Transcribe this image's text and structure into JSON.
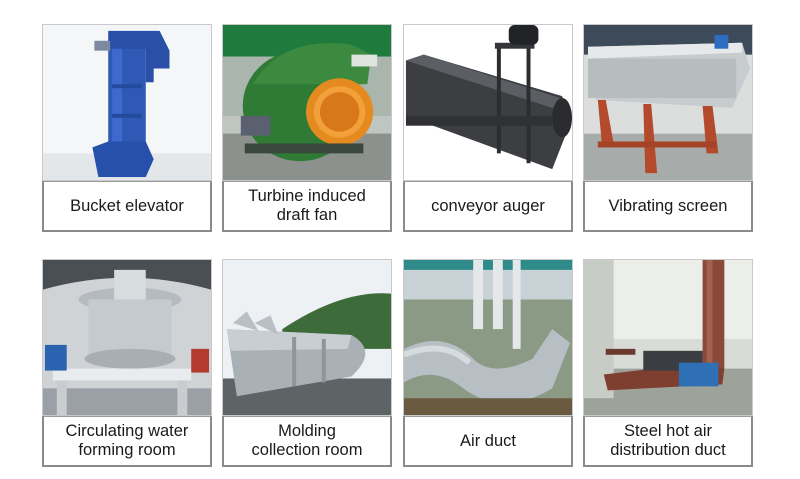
{
  "items": [
    {
      "label": "Bucket elevator"
    },
    {
      "label": "Turbine induced\ndraft fan"
    },
    {
      "label": "conveyor auger"
    },
    {
      "label": "Vibrating screen"
    },
    {
      "label": "Circulating water\nforming room"
    },
    {
      "label": "Molding\ncollection room"
    },
    {
      "label": "Air duct"
    },
    {
      "label": "Steel hot air\ndistribution duct"
    }
  ]
}
